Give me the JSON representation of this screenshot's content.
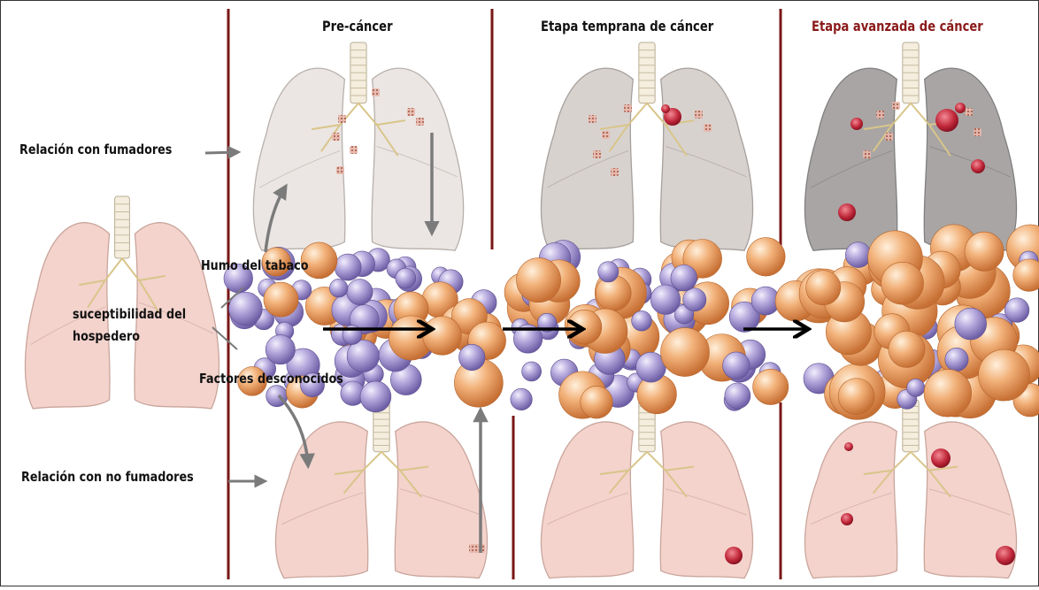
{
  "headers": {
    "pre_cancer": "Pre-cáncer",
    "early_stage": "Etapa temprana de cáncer",
    "advanced_stage": "Etapa avanzada de cáncer"
  },
  "labels": {
    "smokers": "Relación con fumadores",
    "non_smokers": "Relación con no fumadores",
    "tobacco_smoke": "Humo del tabaco",
    "host_susceptibility_line1": "suceptibilidad del",
    "host_susceptibility_line2": "hospedero",
    "unknown_factors": "Factores desconocidos"
  },
  "colors": {
    "advanced_header": "#8b1a1a",
    "divider": "#7a1616",
    "lung_gray": "#d8d2cf",
    "lung_pink": "#f3d3cc",
    "tumor": "#c0283a",
    "cell_normal": "#9c8fc7",
    "cell_cancer": "#e9a56c"
  }
}
